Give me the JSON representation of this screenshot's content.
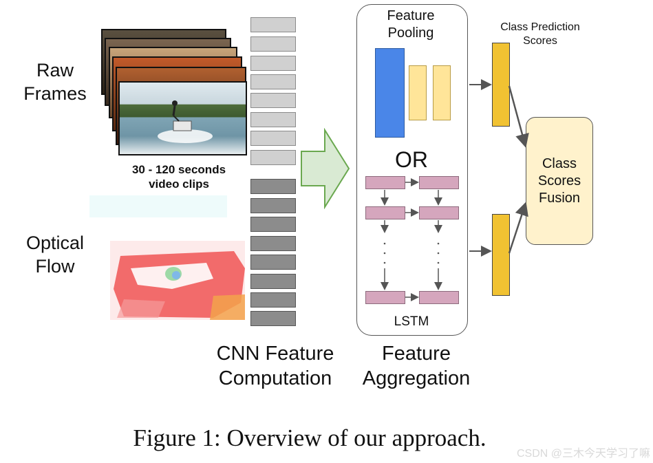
{
  "left": {
    "raw_frames": "Raw\nFrames",
    "clip_caption": "30 - 120 seconds\nvideo clips",
    "optical_flow": "Optical\nFlow"
  },
  "cnn": {
    "label": "CNN Feature\nComputation"
  },
  "aggregation": {
    "feature_pooling": "Feature\nPooling",
    "or": "OR",
    "lstm": "LSTM",
    "label": "Feature\nAggregation"
  },
  "prediction": {
    "scores_title": "Class Prediction\nScores",
    "fusion": "Class\nScores\nFusion"
  },
  "caption": "Figure 1: Overview of our approach.",
  "watermark": "CSDN @三木今天学习了嘛",
  "colors": {
    "pool_blue": "#4a86e8",
    "pool_yellow": "#ffe599",
    "score_gold": "#f1c232",
    "fusion_fill": "#fff2cc",
    "lstm_pink": "#d5a6bd",
    "arrow_green": "#d9ead3"
  }
}
